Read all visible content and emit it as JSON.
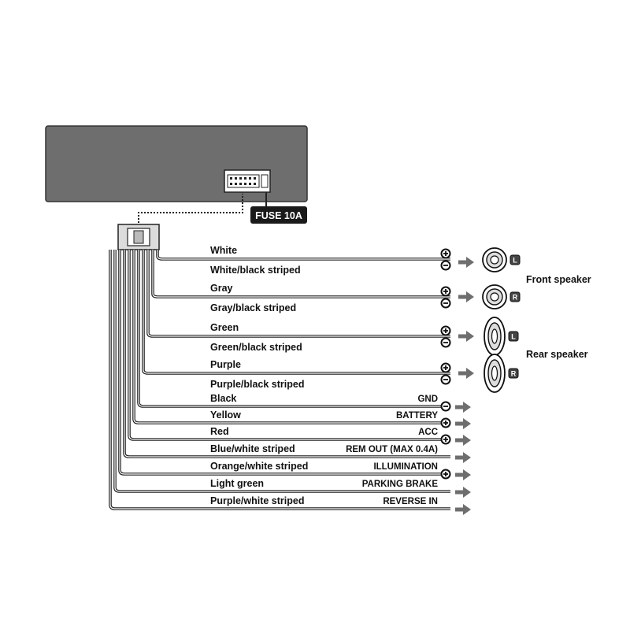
{
  "fuse_label": "FUSE 10A",
  "speaker_groups": [
    {
      "label": "Front speaker"
    },
    {
      "label": "Rear speaker"
    }
  ],
  "speakers": [
    {
      "side": "L",
      "type": "round"
    },
    {
      "side": "R",
      "type": "round"
    },
    {
      "side": "L",
      "type": "oval"
    },
    {
      "side": "R",
      "type": "oval"
    }
  ],
  "speaker_wires": [
    {
      "label": "White",
      "polarity": "+"
    },
    {
      "label": "White/black striped",
      "polarity": "-"
    },
    {
      "label": "Gray",
      "polarity": "+"
    },
    {
      "label": "Gray/black striped",
      "polarity": "-"
    },
    {
      "label": "Green",
      "polarity": "+"
    },
    {
      "label": "Green/black striped",
      "polarity": "-"
    },
    {
      "label": "Purple",
      "polarity": "+"
    },
    {
      "label": "Purple/black striped",
      "polarity": "-"
    }
  ],
  "power_wires": [
    {
      "label": "Black",
      "terminal": "GND",
      "polarity": "-"
    },
    {
      "label": "Yellow",
      "terminal": "BATTERY",
      "polarity": "+"
    },
    {
      "label": "Red",
      "terminal": "ACC",
      "polarity": "+"
    },
    {
      "label": "Blue/white striped",
      "terminal": "REM OUT (MAX 0.4A)",
      "polarity": ""
    },
    {
      "label": "Orange/white striped",
      "terminal": "ILLUMINATION",
      "polarity": "+"
    },
    {
      "label": "Light green",
      "terminal": "PARKING BRAKE",
      "polarity": ""
    },
    {
      "label": "Purple/white striped",
      "terminal": "REVERSE IN",
      "polarity": ""
    }
  ],
  "colors": {
    "head_unit": "#6e6e6e",
    "fuse_badge": "#1a1a1a",
    "arrow": "#6e6e6e",
    "wire": "#222222"
  },
  "icons": [
    "plus-terminal-icon",
    "minus-terminal-icon",
    "arrow-right-icon",
    "round-speaker-icon",
    "oval-speaker-icon"
  ]
}
